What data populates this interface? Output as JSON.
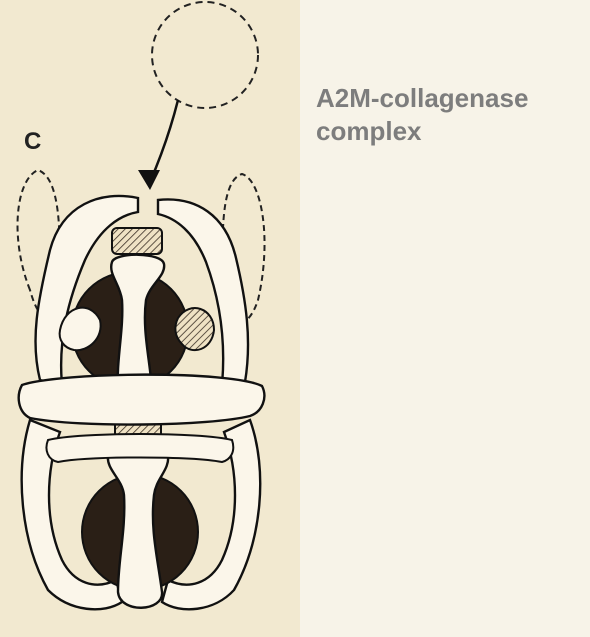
{
  "figure": {
    "panel_letter": "C",
    "icon": "a2m-collagenase-complex-drawing"
  },
  "caption": {
    "line1": "A2M-collagenase",
    "line2": "complex"
  },
  "colors": {
    "background": "#f7f3e8",
    "figure_background": "#f2e9d0",
    "caption_text": "#7d7d7d",
    "dark_fill": "#2a1f16",
    "outline": "#1a1a1a"
  }
}
